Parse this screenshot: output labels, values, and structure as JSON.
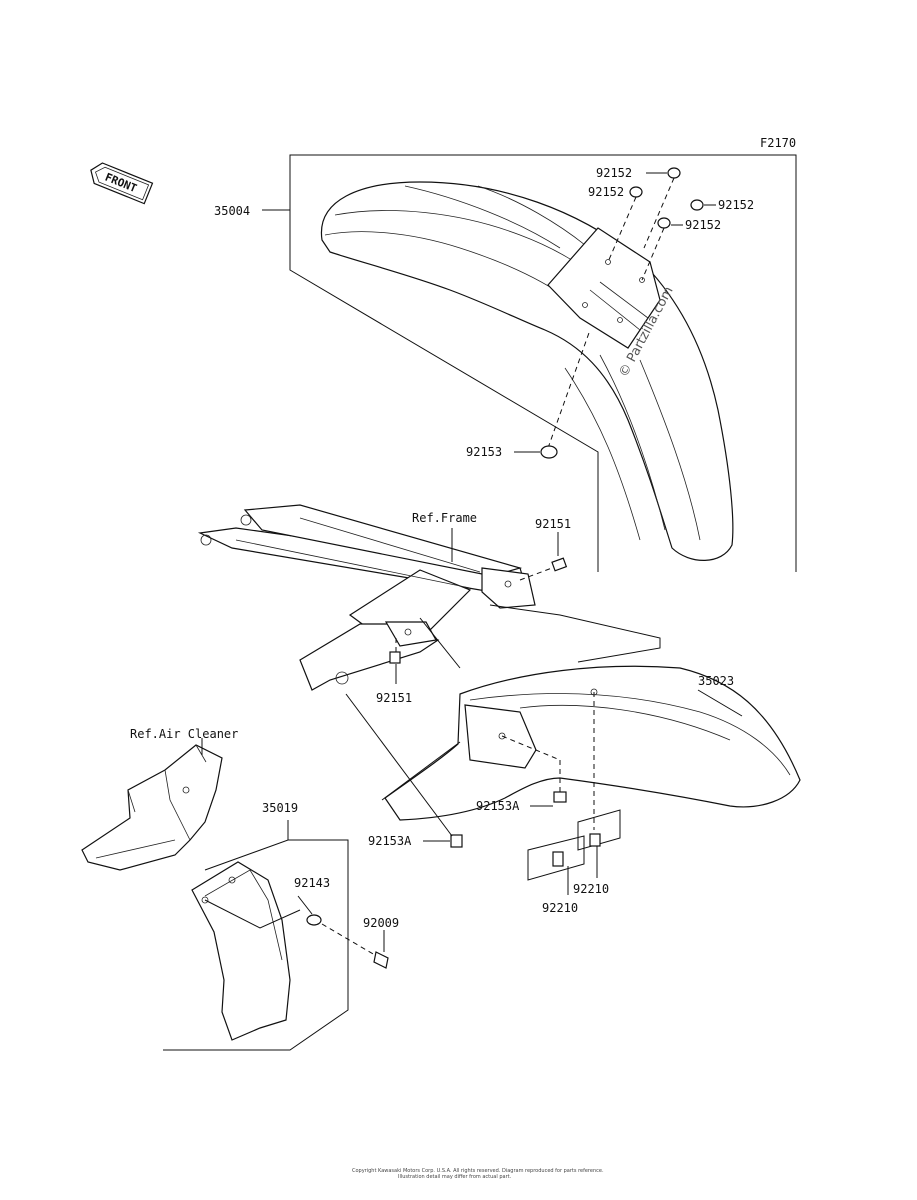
{
  "figure_code": "F2170",
  "front_label": "FRONT",
  "watermark": "© Partzilla.com",
  "reference_labels": {
    "frame": "Ref.Frame",
    "air_cleaner": "Ref.Air Cleaner"
  },
  "callouts": {
    "front_fender": "35004",
    "washer_top_1": "92152",
    "washer_top_2": "92152",
    "washer_right_1": "92152",
    "washer_right_2": "92152",
    "front_fender_bolt": "92153",
    "frame_bolt_upper": "92151",
    "frame_bolt_lower": "92151",
    "rear_fender": "35023",
    "rear_fender_bolt_right": "92153A",
    "rear_fender_bolt_left": "92153A",
    "nut_right": "92210",
    "nut_left": "92210",
    "flap": "35019",
    "flap_washer": "92143",
    "flap_screw": "92009"
  },
  "footer_lines": [
    "Copyright Kawasaki Motors Corp. U.S.A. All rights reserved. Diagram reproduced for parts reference.",
    "Illustration detail may differ from actual part."
  ]
}
